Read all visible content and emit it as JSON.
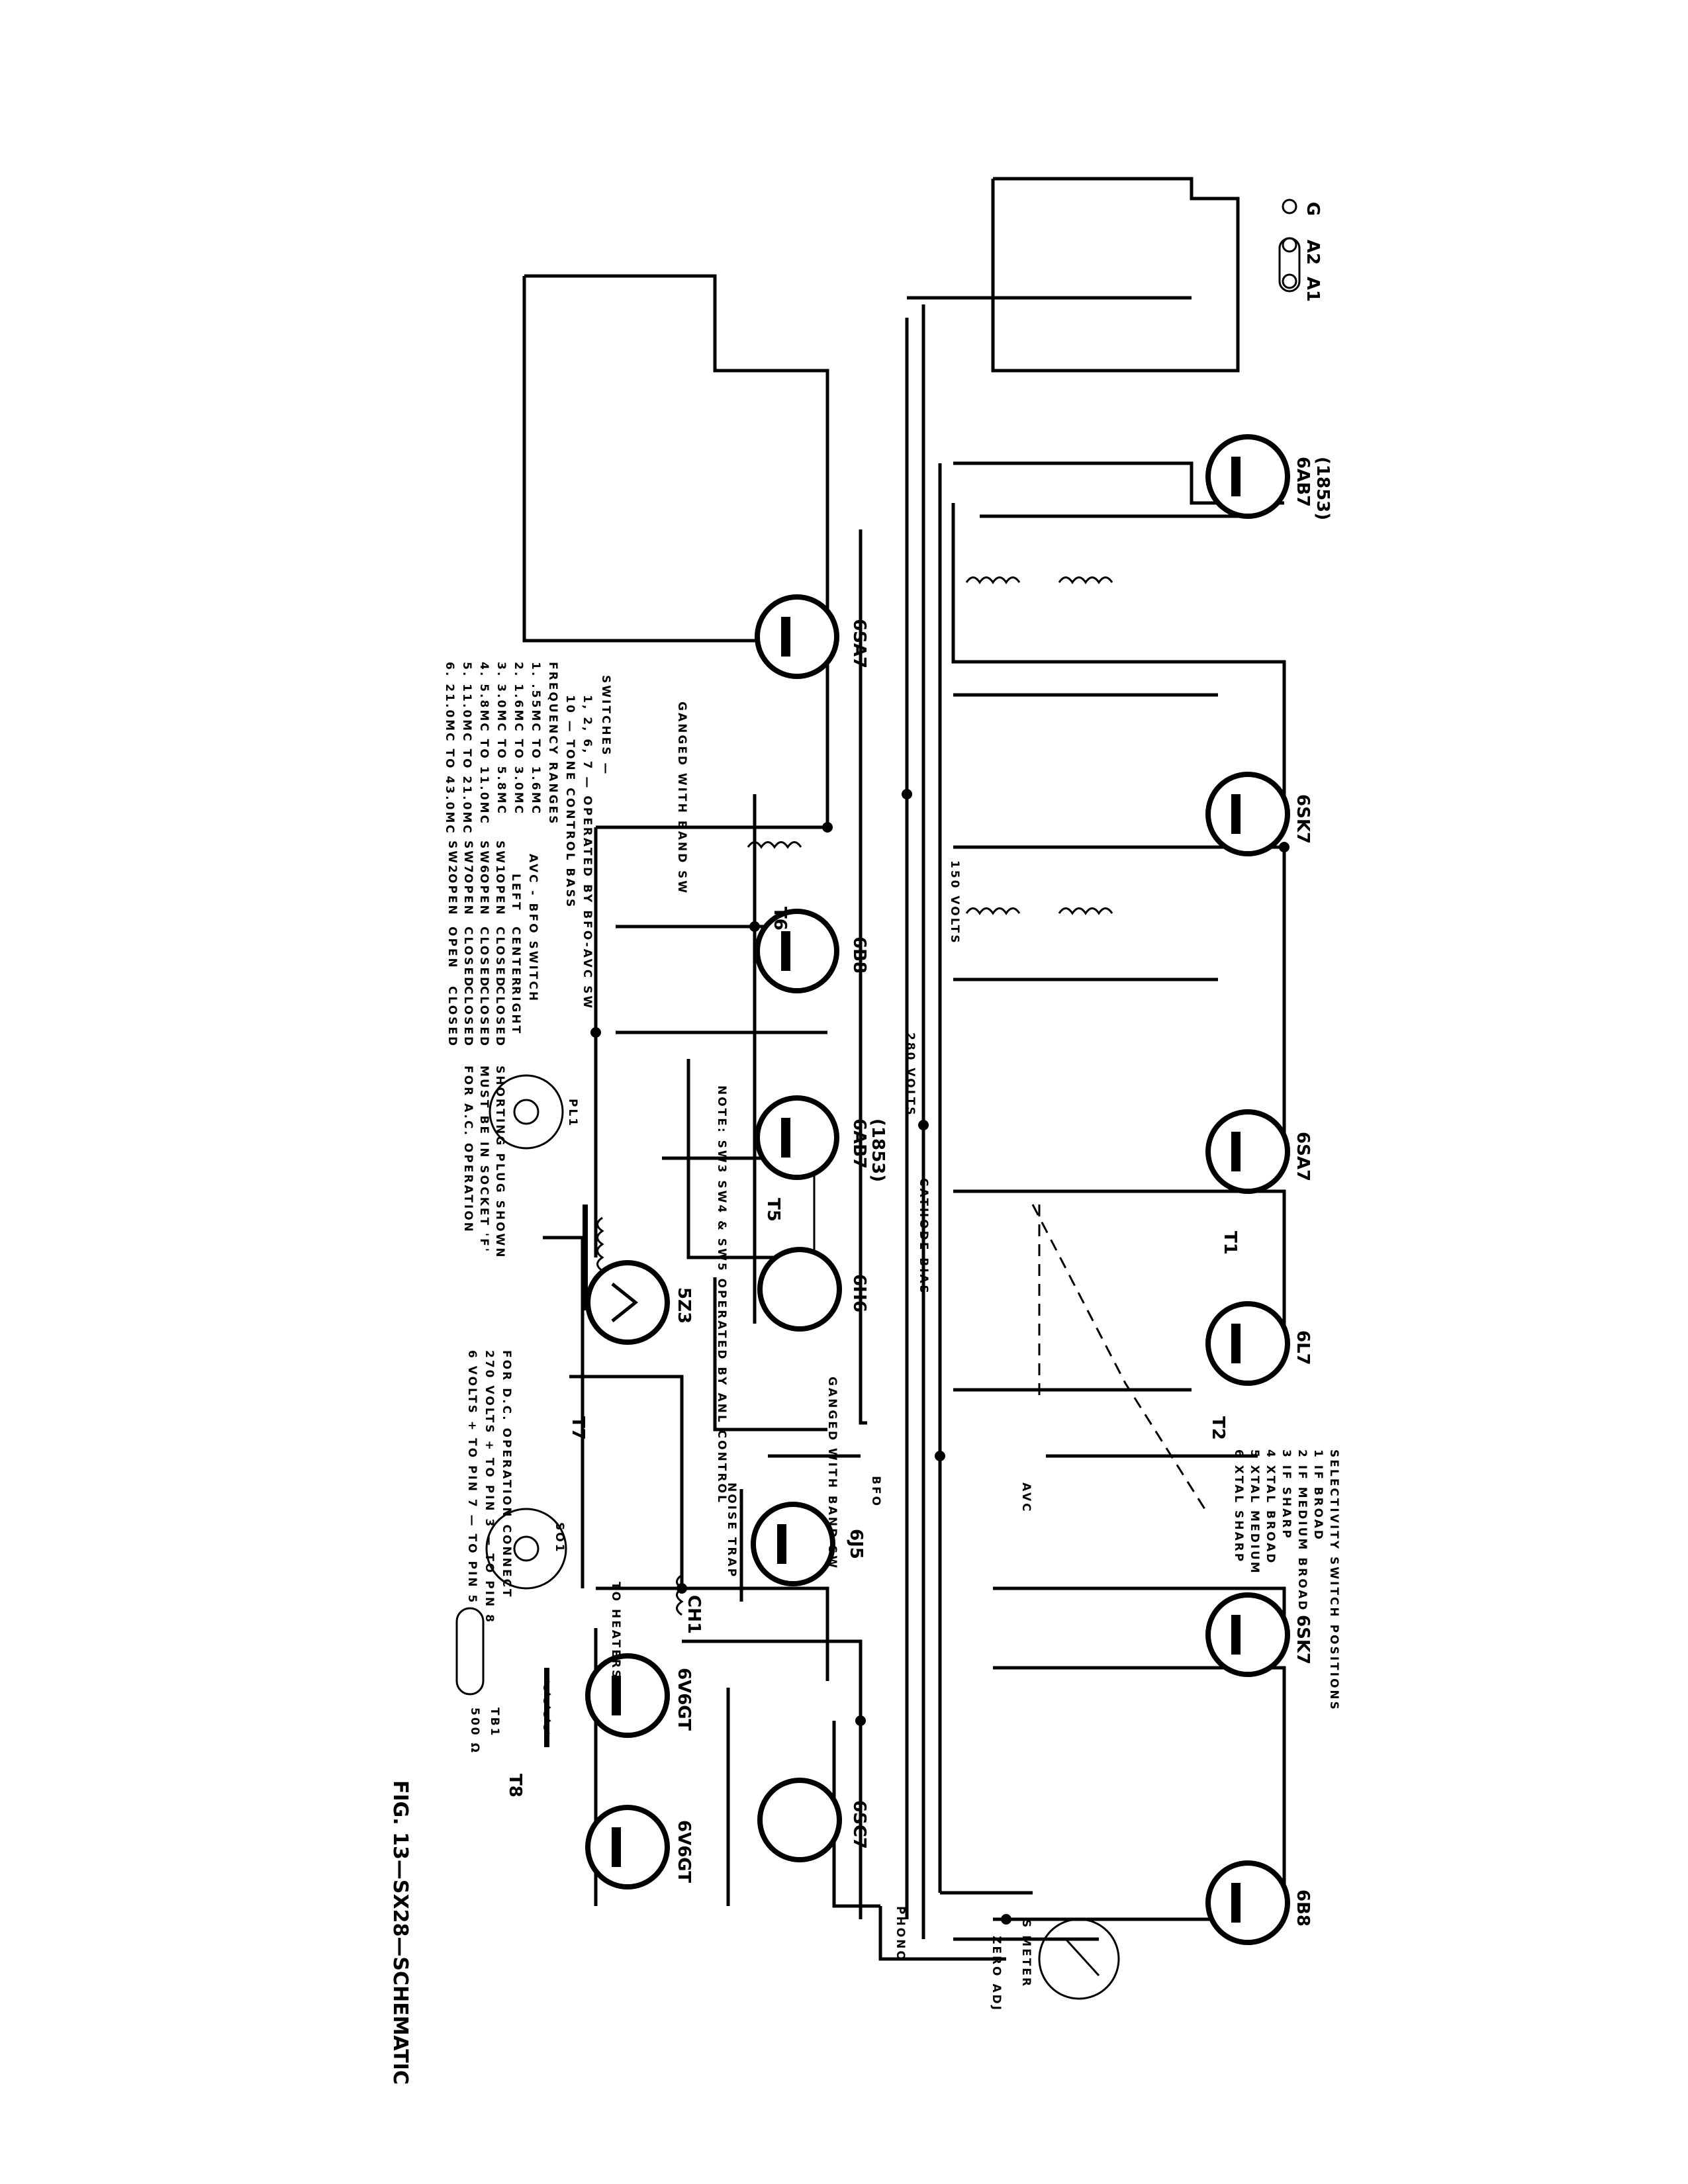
{
  "title": "FIG. 13—SX28—SCHEMATIC",
  "tubes": [
    {
      "label": "6AB7",
      "sub": "(1853)"
    },
    {
      "label": "6SK7"
    },
    {
      "label": "6SA7"
    },
    {
      "label": "6L7"
    },
    {
      "label": "6SK7"
    },
    {
      "label": "6B8"
    },
    {
      "label": "6SA7"
    },
    {
      "label": "6B8"
    },
    {
      "label": "6AB7",
      "sub": "(1853)"
    },
    {
      "label": "6H6"
    },
    {
      "label": "6J5"
    },
    {
      "label": "6SC7"
    },
    {
      "label": "6V6GT"
    },
    {
      "label": "6V6GT"
    },
    {
      "label": "5Z3"
    }
  ],
  "antenna": {
    "g": "G",
    "a2": "A2",
    "a1": "A1"
  },
  "frequency_ranges": {
    "title": "FREQUENCY RANGES",
    "items": [
      "1.  .55MC TO 1.6MC",
      "2.  1.6MC TO 3.0MC",
      "3.  3.0MC TO 5.8MC",
      "4.  5.8MC TO 11.0MC",
      "5.  11.0MC TO 21.0MC",
      "6.  21.0MC TO 43.0MC"
    ]
  },
  "switches_note": {
    "title": "SWITCHES —",
    "line1": "1, 2, 6, 7 — OPERATED BY BFO-AVC SW",
    "line2": "10 — TONE CONTROL BASS"
  },
  "avc_bfo_switch": {
    "title": "AVC - BFO SWITCH",
    "headers": [
      "",
      "LEFT",
      "CENTER",
      "RIGHT"
    ],
    "rows": [
      [
        "SW1",
        "OPEN",
        "CLOSED",
        "CLOSED"
      ],
      [
        "SW6",
        "OPEN",
        "CLOSED",
        "CLOSED"
      ],
      [
        "SW7",
        "OPEN",
        "CLOSED",
        "CLOSED"
      ],
      [
        "SW2",
        "OPEN",
        "OPEN",
        "CLOSED"
      ]
    ]
  },
  "plug_note": {
    "label": "PL1",
    "lines": [
      "SHORTING PLUG SHOWN",
      "MUST BE IN SOCKET 'F'",
      "FOR A.C. OPERATION"
    ]
  },
  "dc_note": {
    "lines": [
      "FOR D.C. OPERATION CONNECT",
      "270 VOLTS + TO PIN 3 — TO PIN 8",
      "6 VOLTS + TO PIN 7 — TO PIN 5"
    ]
  },
  "selectivity": {
    "title": "SELECTIVITY SWITCH POSITIONS",
    "items": [
      "1  IF BROAD",
      "2  IF MEDIUM BROAD",
      "3  IF SHARP",
      "4  XTAL BROAD",
      "5  XTAL MEDIUM",
      "6  XTAL SHARP"
    ]
  },
  "labels": {
    "ganged": "GANGED WITH BAND SW",
    "ganged2": "GANGED WITH BAND SW",
    "to_heaters": "TO HEATERS",
    "avc": "AVC",
    "cathode_bias": "CATHODE BIAS",
    "volts_150": "150 VOLTS",
    "volts_280": "280 VOLTS",
    "note": "NOTE: SW3 SW4 & SW5 OPERATED BY ANL CONTROL",
    "s_meter": "S METER",
    "zero_adj": "ZERO ADJ",
    "phono": "PHONO",
    "b_mod": "BFO",
    "noise": "NOISE TRAP",
    "t1": "T1",
    "t2": "T2",
    "t5": "T5",
    "t6": "T6",
    "t7": "T7",
    "t8": "T8",
    "ch": "CH1",
    "so1": "SO1",
    "tb": "TB1",
    "spkr": "500 Ω"
  }
}
